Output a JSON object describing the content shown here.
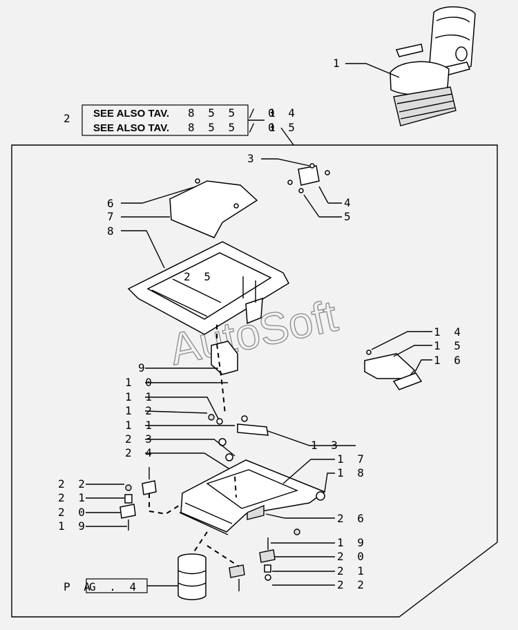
{
  "see_also": {
    "callout": "2",
    "rows": [
      {
        "text": "SEE ALSO TAV.",
        "table": "8 5 5 / 1",
        "page": "0 4"
      },
      {
        "text": "SEE ALSO TAV.",
        "table": "8 5 5 / 1",
        "page": "0 5"
      }
    ]
  },
  "callouts": {
    "c1": "1",
    "c3": "3",
    "c4": "4",
    "c5": "5",
    "c6": "6",
    "c7": "7",
    "c8": "8",
    "c25": "2 5",
    "c9": "9",
    "c10": "1 0",
    "c11a": "1 1",
    "c12": "1 2",
    "c11b": "1 1",
    "c23": "2 3",
    "c24": "2 4",
    "c14": "1 4",
    "c15": "1 5",
    "c16": "1 6",
    "c13": "1 3",
    "c17": "1 7",
    "c18": "1 8",
    "c26": "2 6",
    "c22l": "2 2",
    "c21l": "2 1",
    "c20l": "2 0",
    "c19l": "1 9",
    "c19r": "1 9",
    "c20r": "2 0",
    "c21r": "2 1",
    "c22r": "2 2"
  },
  "page_ref": {
    "prefix": "P A",
    "box": "G .   4"
  },
  "watermark": "AutoSoft"
}
